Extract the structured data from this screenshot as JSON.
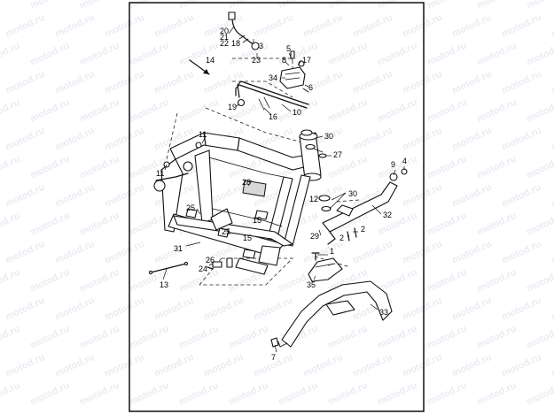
{
  "watermark": "motod.ru",
  "callouts": {
    "c1": "1",
    "c2a": "2",
    "c2b": "2",
    "c3": "3",
    "c4": "4",
    "c5": "5",
    "c6": "6",
    "c7": "7",
    "c8": "8",
    "c9": "9",
    "c10": "10",
    "c11a": "11",
    "c11b": "11",
    "c12": "12",
    "c13": "13",
    "c14": "14",
    "c15a": "15",
    "c15b": "15",
    "c16": "16",
    "c17": "17",
    "c18": "18",
    "c19": "19",
    "c20": "20",
    "c21": "21",
    "c22": "22",
    "c23": "23",
    "c24": "24",
    "c25a": "25",
    "c25b": "25",
    "c26": "26",
    "c27": "27",
    "c28": "28",
    "c29": "29",
    "c30a": "30",
    "c30b": "30",
    "c31": "31",
    "c32": "32",
    "c33": "33",
    "c34": "34",
    "c35": "35"
  }
}
